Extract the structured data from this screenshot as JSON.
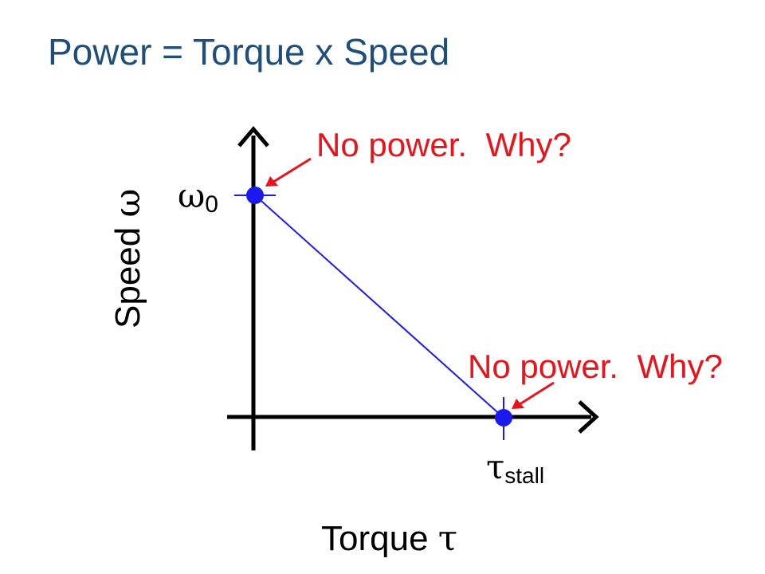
{
  "slide": {
    "title": "Power = Torque x Speed"
  },
  "axes": {
    "x_label": "Torque",
    "x_symbol": "τ",
    "y_label": "Speed",
    "y_symbol": "ω"
  },
  "points": {
    "omega0": {
      "symbol": "ω",
      "subscript": "0"
    },
    "tau_stall": {
      "symbol": "τ",
      "subscript": "stall"
    }
  },
  "annotations": {
    "top": "No power.  Why?",
    "bottom": "No power.  Why?"
  },
  "colors": {
    "title": "#1f4e79",
    "line": "#1a1aee",
    "annotation": "#e8141c",
    "axis": "#000000"
  }
}
